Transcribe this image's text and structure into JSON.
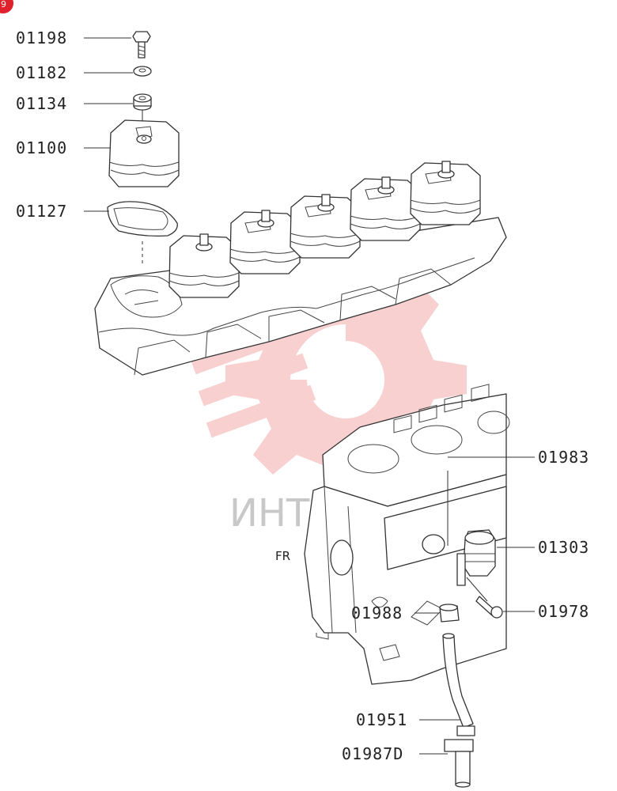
{
  "badge": {
    "text": "9",
    "color": "#e0202a"
  },
  "watermark": {
    "text": "ИНТЕ",
    "color": "#e85a5a"
  },
  "orientation_label": "FR",
  "callouts": [
    {
      "id": "01198",
      "label": "01198"
    },
    {
      "id": "01182",
      "label": "01182"
    },
    {
      "id": "01134",
      "label": "01134"
    },
    {
      "id": "01100",
      "label": "01100"
    },
    {
      "id": "01127",
      "label": "01127"
    },
    {
      "id": "01983",
      "label": "01983"
    },
    {
      "id": "01303",
      "label": "01303"
    },
    {
      "id": "01978",
      "label": "01978"
    },
    {
      "id": "01988",
      "label": "01988"
    },
    {
      "id": "01951",
      "label": "01951"
    },
    {
      "id": "01987D",
      "label": "01987D"
    }
  ]
}
